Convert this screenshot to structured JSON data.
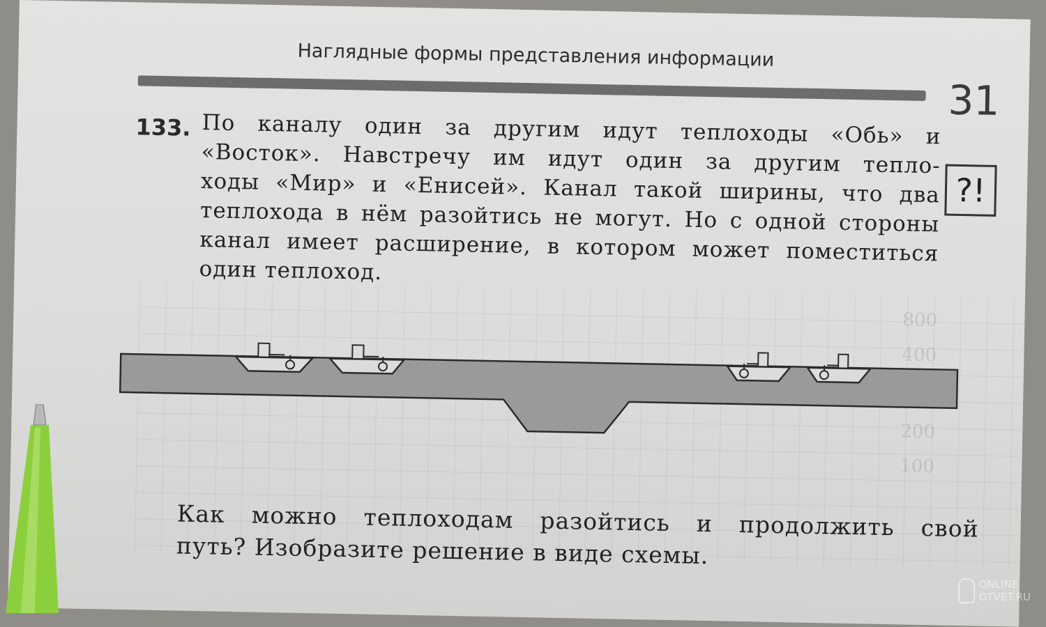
{
  "header": {
    "title": "Наглядные формы представления информации",
    "page_number": "31"
  },
  "problem": {
    "number": "133.",
    "lines": [
      "По каналу один за другим идут теплоходы «Обь» и",
      "«Восток». Навстречу им идут один за другим тепло-",
      "ходы «Мир» и «Енисей». Канал такой ширины, что два",
      "теплохода в нём разойтись не могут. Но с одной стороны",
      "канал имеет расширение, в котором может поместиться",
      "один теплоход."
    ],
    "hint_icon": "?!"
  },
  "question": {
    "lines": [
      "Как можно теплоходам разойтись и продолжить свой",
      "путь? Изобразите решение в виде схемы."
    ]
  },
  "ghost_text": [
    "800",
    "400",
    "200",
    "100"
  ],
  "watermark": {
    "line1": "ONLINE",
    "line2": "OTVET.RU"
  },
  "colors": {
    "canal": "#9a9a98",
    "ink": "#222222",
    "rule": "#6c6c6a",
    "pen": "#8ccf3c"
  }
}
